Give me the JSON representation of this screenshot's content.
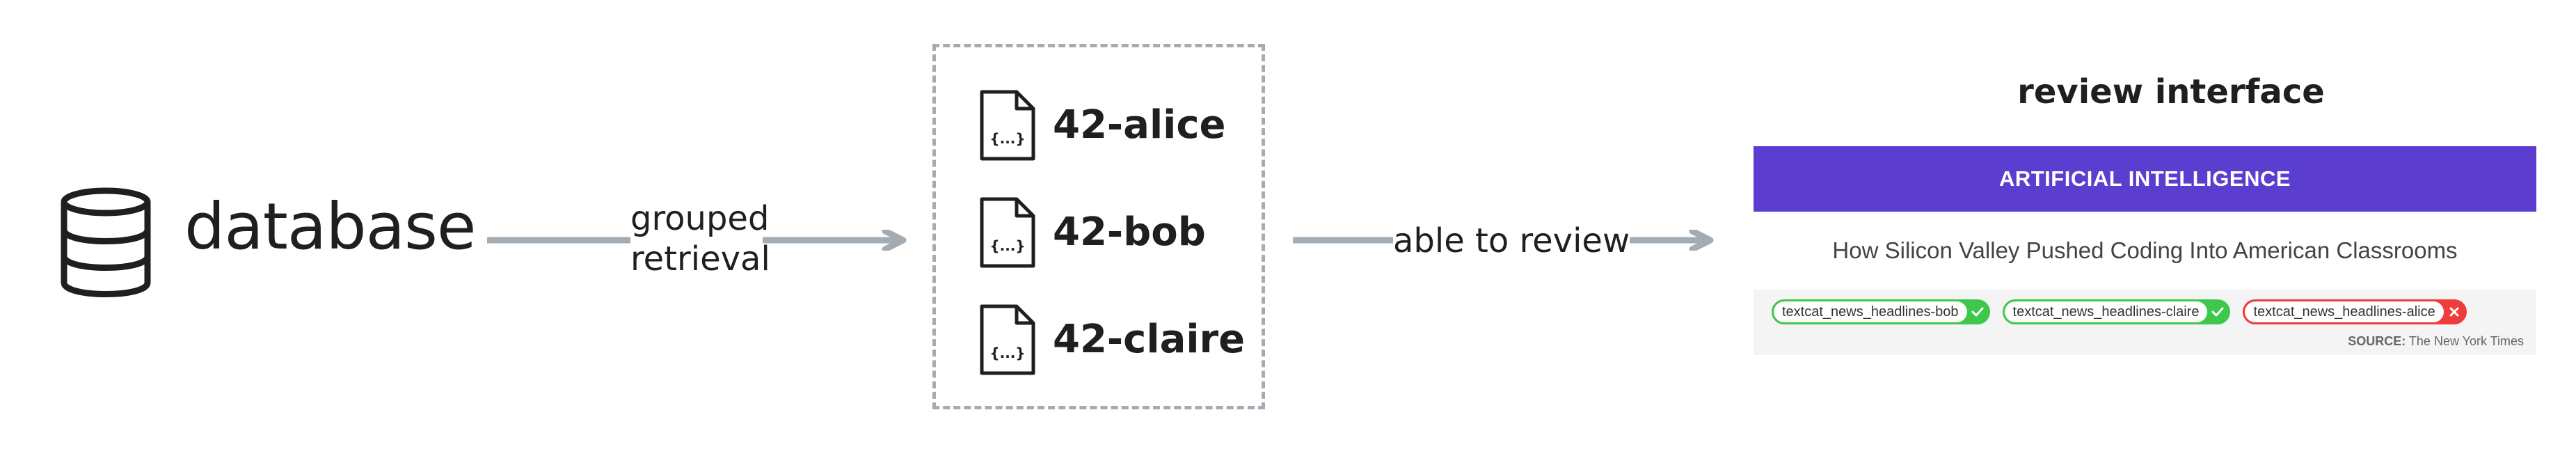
{
  "database": {
    "icon": "database-icon",
    "label": "database"
  },
  "edges": {
    "grouped_retrieval": [
      "grouped",
      "retrieval"
    ],
    "able_to_review": "able to review"
  },
  "group": {
    "files": [
      {
        "icon": "json-file-icon",
        "name": "42-alice"
      },
      {
        "icon": "json-file-icon",
        "name": "42-bob"
      },
      {
        "icon": "json-file-icon",
        "name": "42-claire"
      }
    ],
    "file_icon_glyph": "{...}"
  },
  "review": {
    "title": "review interface",
    "header": "ARTIFICIAL INTELLIGENCE",
    "headline": "How Silicon Valley Pushed Coding Into American Classrooms",
    "chips": [
      {
        "label": "textcat_news_headlines-bob",
        "status": "accept",
        "mark": "✓"
      },
      {
        "label": "textcat_news_headlines-claire",
        "status": "accept",
        "mark": "✓"
      },
      {
        "label": "textcat_news_headlines-alice",
        "status": "reject",
        "mark": "✕"
      }
    ],
    "source_label": "SOURCE:",
    "source_value": "The New York Times"
  },
  "colors": {
    "arrow": "#a3abb3",
    "header": "#5b3ecf",
    "accept": "#3ec84b",
    "reject": "#ef3c3c"
  }
}
